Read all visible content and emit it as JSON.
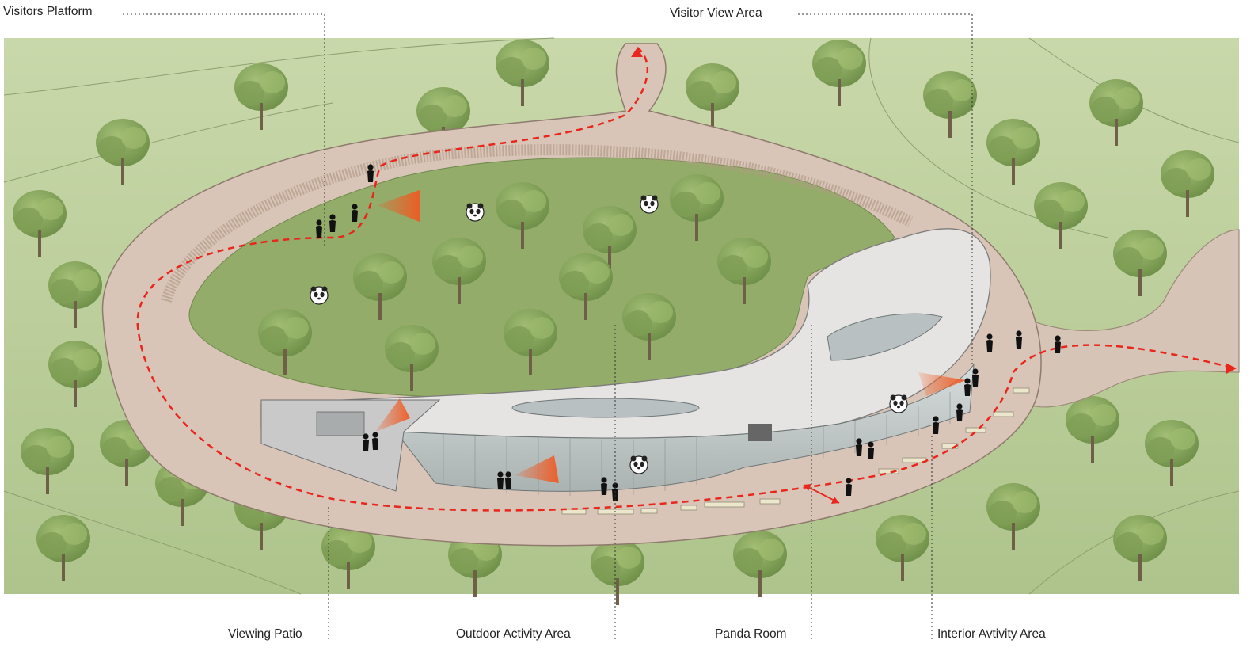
{
  "labels": {
    "visitors_platform": "Visitors Platform",
    "visitor_view_area": "Visitor View Area",
    "viewing_patio": "Viewing Patio",
    "outdoor_activity_area": "Outdoor Activity Area",
    "panda_room": "Panda Room",
    "interior_activity_area": "Interior Avtivity Area"
  },
  "colors": {
    "grass": "#b9cc99",
    "inner_lawn": "#93ac6a",
    "ramp": "#d8c5b8",
    "roof": "#e6e4e2",
    "glass": "#c7cbcb",
    "path_arrow": "#e8261c",
    "view_cone": "#ef5a22",
    "tree": "#7f9f55",
    "leader_line": "#333333"
  },
  "icons": {
    "panda": "panda-icon",
    "visitor": "person-icon",
    "route": "dashed-route-arrow",
    "view": "view-cone"
  }
}
